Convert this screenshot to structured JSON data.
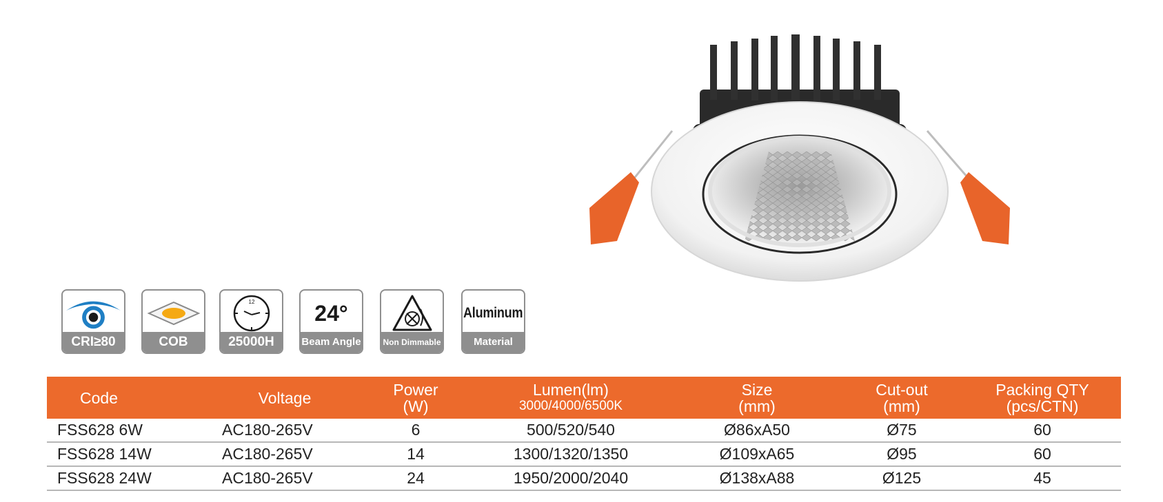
{
  "badges": [
    {
      "label": "CRI≥80",
      "icon": "eye-icon"
    },
    {
      "label": "COB",
      "icon": "cob-chip-icon"
    },
    {
      "label": "25000H",
      "icon": "clock-icon",
      "icon_text": "12"
    },
    {
      "label": "Beam Angle",
      "icon_text": "24°"
    },
    {
      "label": "Non Dimmable",
      "icon": "non-dimmable-icon"
    },
    {
      "label": "Material",
      "icon_text": "Aluminum"
    }
  ],
  "table": {
    "headers": [
      {
        "line1": "Code",
        "line2": ""
      },
      {
        "line1": "Voltage",
        "line2": ""
      },
      {
        "line1": "Power",
        "line2": "(W)"
      },
      {
        "line1": "Lumen(lm)",
        "line2": "3000/4000/6500K"
      },
      {
        "line1": "Size",
        "line2": "(mm)"
      },
      {
        "line1": "Cut-out",
        "line2": "(mm)"
      },
      {
        "line1": "Packing QTY",
        "line2": "(pcs/CTN)"
      }
    ],
    "rows": [
      [
        "FSS628 6W",
        "AC180-265V",
        "6",
        "500/520/540",
        "Ø86xA50",
        "Ø75",
        "60"
      ],
      [
        "FSS628 14W",
        "AC180-265V",
        "14",
        "1300/1320/1350",
        "Ø109xA65",
        "Ø95",
        "60"
      ],
      [
        "FSS628 24W",
        "AC180-265V",
        "24",
        "1950/2000/2040",
        "Ø138xA88",
        "Ø125",
        "45"
      ]
    ]
  },
  "colors": {
    "header_bg": "#ec6a2c",
    "badge_gray": "#8f8f8f",
    "clip_orange": "#e8642a",
    "eye_blue": "#1f7fc4"
  }
}
